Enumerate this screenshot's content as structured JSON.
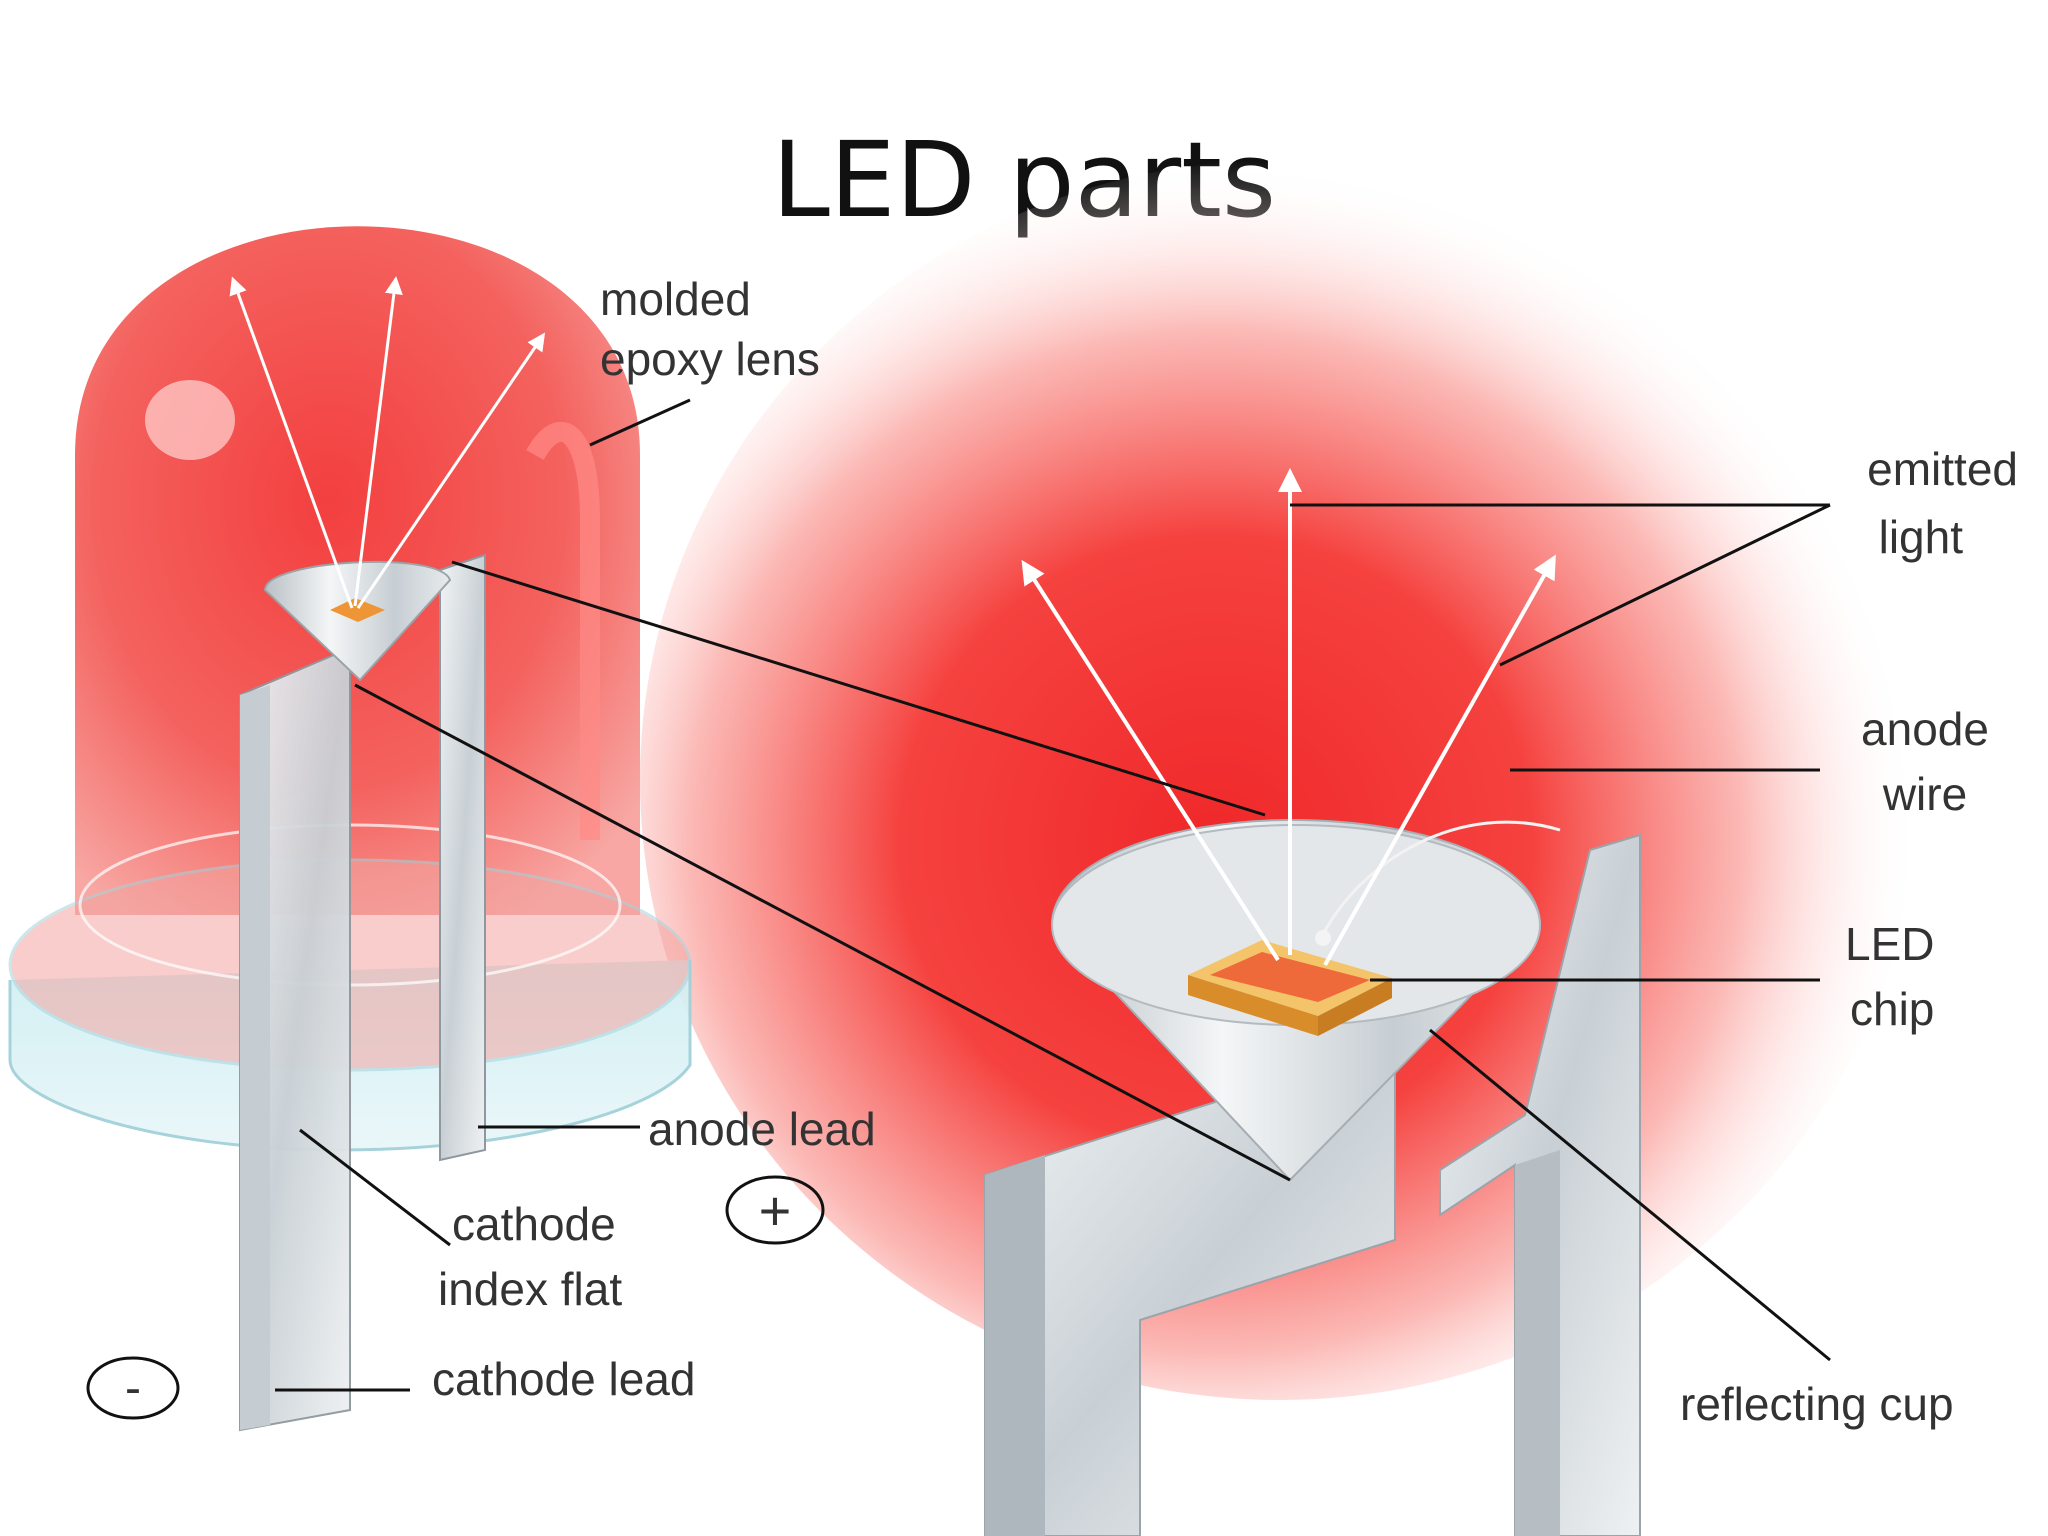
{
  "slide": {
    "title": "LED parts"
  },
  "labels": {
    "molded_epoxy_lens": [
      "molded",
      "epoxy lens"
    ],
    "emitted_light": [
      "emitted",
      "light"
    ],
    "anode_wire": [
      "anode",
      "wire"
    ],
    "led_chip": [
      "LED",
      "chip"
    ],
    "reflecting_cup": "reflecting cup",
    "anode_lead": "anode lead",
    "cathode_index_flat": [
      "cathode",
      "index flat"
    ],
    "cathode_lead": "cathode lead",
    "plus_sign": "+",
    "minus_sign": "-"
  },
  "colors": {
    "led_red": "#f03c3c",
    "glow_red": "#f5342f",
    "lead_gray": "#d9dfe3",
    "chip_orange": "#e9a23b",
    "callout_line": "#111111"
  }
}
